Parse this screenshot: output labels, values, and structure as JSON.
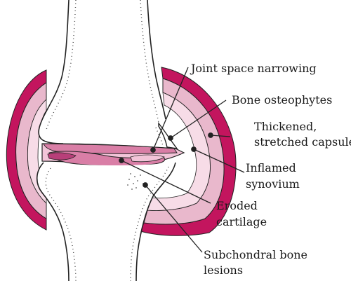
{
  "diagram": {
    "labels": {
      "joint_space": "Joint space narrowing",
      "osteophytes": "Bone osteophytes",
      "capsule_line1": "Thickened,",
      "capsule_line2": "stretched capsule",
      "synovium_line1": "Inflamed",
      "synovium_line2": "synovium",
      "cartilage_line1": "Eroded",
      "cartilage_line2": "cartilage",
      "lesions_line1": "Subchondral bone",
      "lesions_line2": "lesions"
    },
    "colors": {
      "capsule": "#c3155e",
      "synovium_outer": "#e9b8cc",
      "synovium_inner": "#f7dce7",
      "cartilage": "#d97ea6",
      "cartilage_dark": "#b83f79",
      "outline": "#222222"
    }
  }
}
